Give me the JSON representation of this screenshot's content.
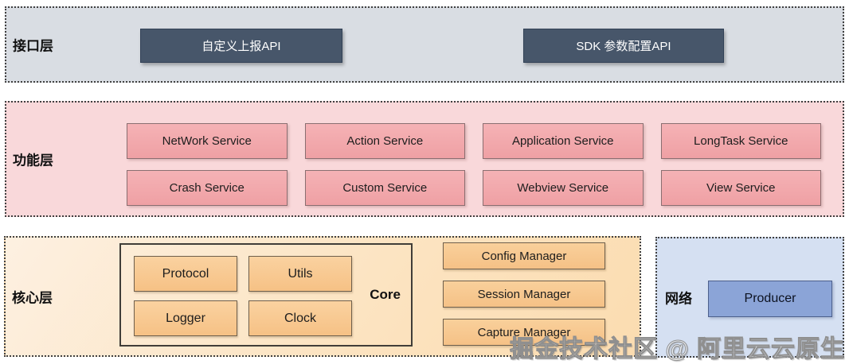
{
  "watermark": "掘金技术社区 @ 阿里云云原生",
  "layers": {
    "api": {
      "label": "接口层",
      "buttons": [
        "自定义上报API",
        "SDK 参数配置API"
      ]
    },
    "function": {
      "label": "功能层",
      "services": [
        "NetWork Service",
        "Action Service",
        "Application Service",
        "LongTask Service",
        "Crash Service",
        "Custom Service",
        "Webview Service",
        "View Service"
      ]
    },
    "core": {
      "label": "核心层",
      "core_box": {
        "label": "Core",
        "modules": [
          "Protocol",
          "Utils",
          "Logger",
          "Clock"
        ]
      },
      "managers": [
        "Config Manager",
        "Session Manager",
        "Capture Manager"
      ]
    },
    "network": {
      "label": "网络",
      "box": "Producer"
    }
  },
  "colors": {
    "api_layer_bg": "#d9dde3",
    "api_button_bg": "#47566a",
    "function_layer_bg": "#f9d8da",
    "service_box_bg": "#f1a6aa",
    "core_layer_bg": "#fce5c4",
    "core_module_bg": "#f8c98f",
    "network_layer_bg": "#d5e0f2",
    "producer_box_bg": "#8ba4d7",
    "dotted_border": "#404040"
  }
}
